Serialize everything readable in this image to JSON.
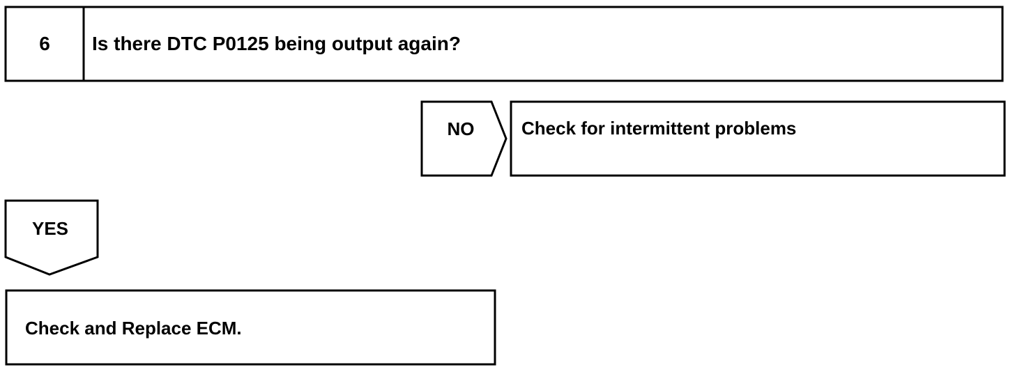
{
  "step": {
    "number": "6",
    "question": "Is there DTC P0125 being output again?"
  },
  "no_branch": {
    "label": "NO",
    "result": "Check for intermittent problems"
  },
  "yes_branch": {
    "label": "YES",
    "result": "Check and Replace ECM."
  }
}
